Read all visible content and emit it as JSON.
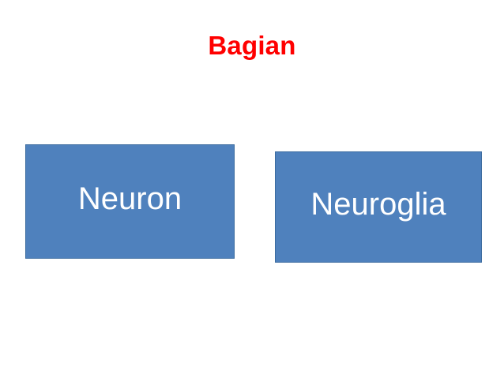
{
  "slide": {
    "title": "Bagian",
    "title_color": "#ff0000",
    "background_color": "#ffffff"
  },
  "theme": {
    "box_fill": "#4f81bd",
    "box_border": "#3a6a9e",
    "box_text_color": "#ffffff"
  },
  "nodes": [
    {
      "id": "neuron",
      "label": "Neuron"
    },
    {
      "id": "neuroglia",
      "label": "Neuroglia"
    }
  ]
}
